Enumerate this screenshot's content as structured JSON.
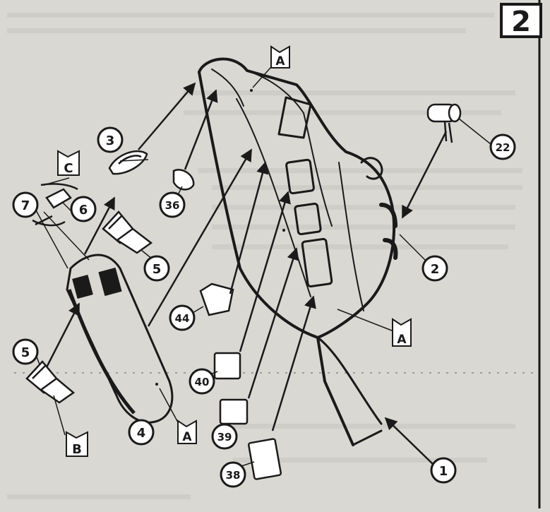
{
  "step_number": "2",
  "callouts": {
    "c1": "1",
    "c2": "2",
    "c3": "3",
    "c4": "4",
    "c5a": "5",
    "c5b": "5",
    "c6": "6",
    "c7": "7",
    "c22": "22",
    "c36": "36",
    "c38": "38",
    "c39": "39",
    "c40": "40",
    "c44": "44"
  },
  "flags": {
    "a_top": "A",
    "a_right": "A",
    "a_bottom": "A",
    "b": "B",
    "c": "C"
  },
  "colors": {
    "paper": "#d9d8d2",
    "ink": "#1a1a1a",
    "ghost_text": "#9a9994"
  }
}
